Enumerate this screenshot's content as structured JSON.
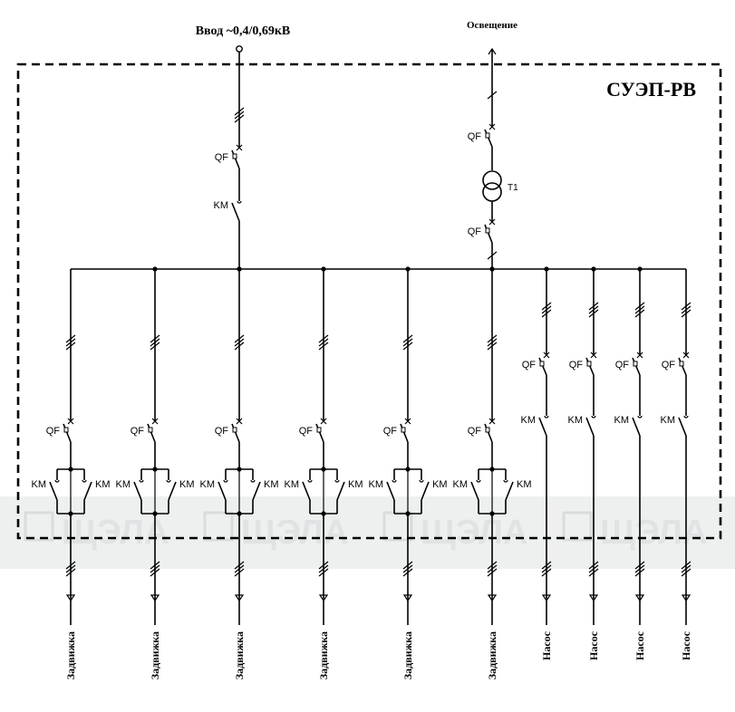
{
  "title": "СУЭП-РВ",
  "input_label": "Ввод ~0,4/0,69кВ",
  "lighting_label": "Освещение",
  "transformer_label": "T1",
  "breaker_label": "QF",
  "contactor_label": "KM",
  "watermark": "ЩЭЛА",
  "valve_label": "Задвижка",
  "pump_label": "Насос",
  "valve_count": 6,
  "pump_count": 4
}
